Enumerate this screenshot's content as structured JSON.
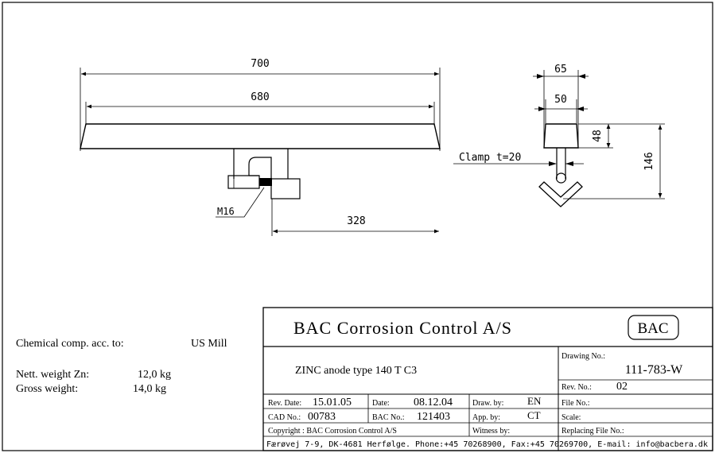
{
  "dimensions": {
    "length_overall": "700",
    "length_inner": "680",
    "clamp_offset": "328",
    "width_overall": "65",
    "width_inner": "50",
    "height_body": "48",
    "height_total": "146",
    "bolt_label": "M16",
    "clamp_label": "Clamp t=20"
  },
  "notes": {
    "chemical_label": "Chemical comp. acc. to:",
    "chemical_value": "US Mill",
    "nett_label": "Nett. weight Zn:",
    "nett_value": "12,0 kg",
    "gross_label": "Gross weight:",
    "gross_value": "14,0 kg"
  },
  "title_block": {
    "company": "BAC Corrosion Control A/S",
    "logo": "BAC",
    "description": "ZINC anode type 140 T C3",
    "drawing_no_label": "Drawing No.:",
    "drawing_no": "111-783-W",
    "rev_no_label": "Rev. No.:",
    "rev_no": "02",
    "rev_date_label": "Rev. Date:",
    "rev_date": "15.01.05",
    "date_label": "Date:",
    "date": "08.12.04",
    "drawn_by_label": "Draw. by:",
    "drawn_by": "EN",
    "file_no_label": "File No.:",
    "cad_no_label": "CAD No.:",
    "cad_no": "00783",
    "bac_no_label": "BAC No.:",
    "bac_no": "121403",
    "app_by_label": "App. by:",
    "app_by": "CT",
    "scale_label": "Scale:",
    "copyright": "Copyright : BAC Corrosion Control A/S",
    "witness_label": "Witness by:",
    "replacing_label": "Replacing File No.:",
    "address": "Færøvej 7-9, DK-4681 Herfølge. Phone:+45 70268900, Fax:+45 70269700, E-mail: info@bacbera.dk"
  }
}
